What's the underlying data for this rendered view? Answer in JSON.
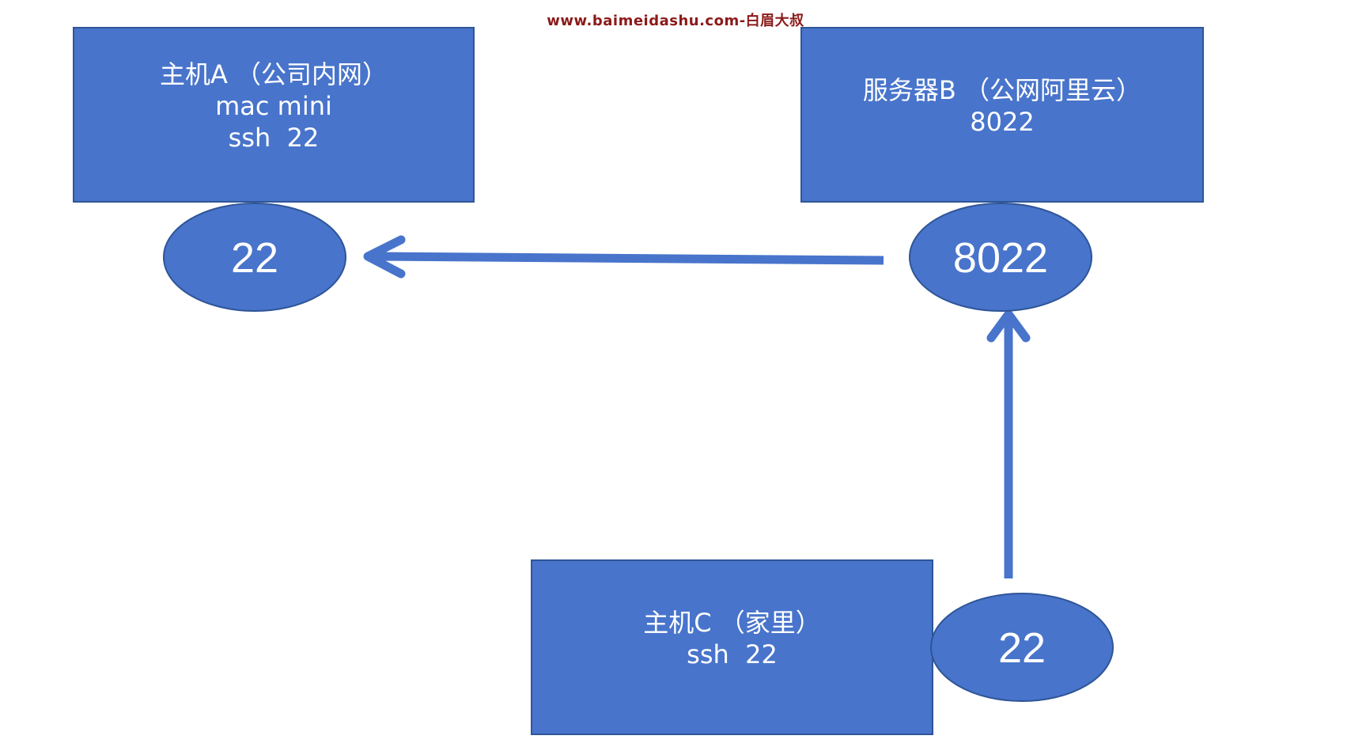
{
  "watermark": "www.baimeidashu.com-白眉大叔",
  "colors": {
    "box_fill": "#4874cb",
    "box_border": "#2f5597",
    "arrow": "#4874cb",
    "text": "#ffffff",
    "watermark": "#8b1a1a"
  },
  "host_a": {
    "lines": [
      "主机A （公司内网）",
      "mac mini",
      "ssh  22"
    ],
    "port": "22"
  },
  "server_b": {
    "lines": [
      "服务器B （公网阿里云）",
      "8022"
    ],
    "port": "8022"
  },
  "host_c": {
    "lines": [
      "主机C （家里）",
      "ssh  22"
    ],
    "port": "22"
  }
}
